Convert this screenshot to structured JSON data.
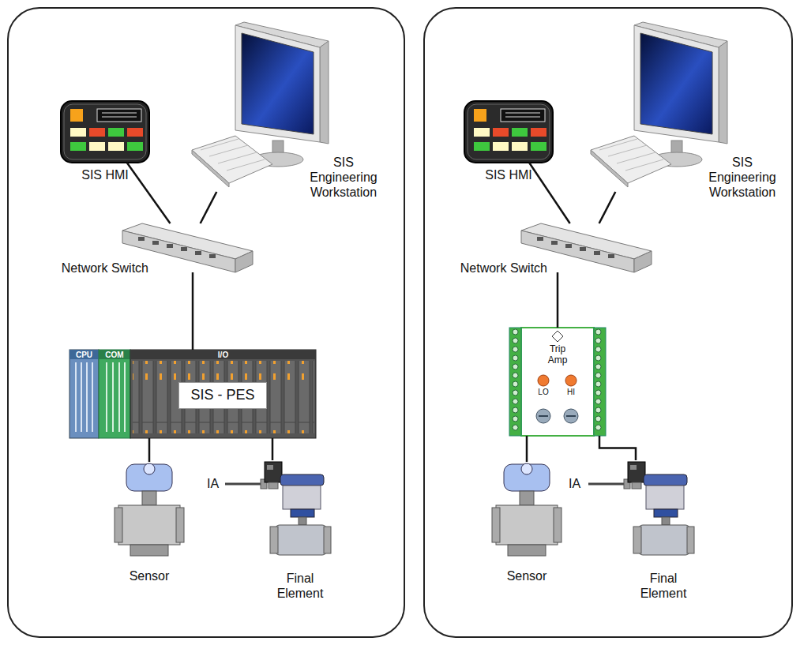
{
  "diagram": {
    "nodes": [
      {
        "text": [
          "SIS HMI"
        ]
      },
      {
        "text": [
          "SIS Engineering Workstation"
        ]
      },
      {
        "text": [
          "Network Switch"
        ]
      },
      {
        "text": [
          "CPU",
          "COM",
          "I/O",
          "SIS - PES"
        ]
      },
      {
        "text": [
          "Sensor"
        ]
      },
      {
        "text": [
          "Final Element"
        ]
      },
      {
        "text": [
          "SIS HMI"
        ]
      },
      {
        "text": [
          "SIS Engineering Workstation"
        ]
      },
      {
        "text": [
          "Network Switch"
        ]
      },
      {
        "text": [
          "Trip Amp",
          "LO",
          "HI"
        ]
      },
      {
        "text": [
          "Sensor"
        ]
      },
      {
        "text": [
          "Final Element"
        ]
      }
    ],
    "edges": [
      {
        "from": 0,
        "to": 2,
        "arrow": "none"
      },
      {
        "from": 1,
        "to": 2,
        "arrow": "none"
      },
      {
        "from": 2,
        "to": 3,
        "arrow": "none"
      },
      {
        "from": 3,
        "to": 4,
        "arrow": "none"
      },
      {
        "from": 3,
        "to": 5,
        "arrow": "none"
      },
      {
        "from": 6,
        "to": 8,
        "arrow": "none"
      },
      {
        "from": 7,
        "to": 8,
        "arrow": "none"
      },
      {
        "from": 8,
        "to": 9,
        "arrow": "none"
      },
      {
        "from": 9,
        "to": 10,
        "arrow": "none"
      },
      {
        "from": 9,
        "to": 11,
        "arrow": "none"
      }
    ],
    "labels": [
      "IA",
      "IA"
    ]
  }
}
